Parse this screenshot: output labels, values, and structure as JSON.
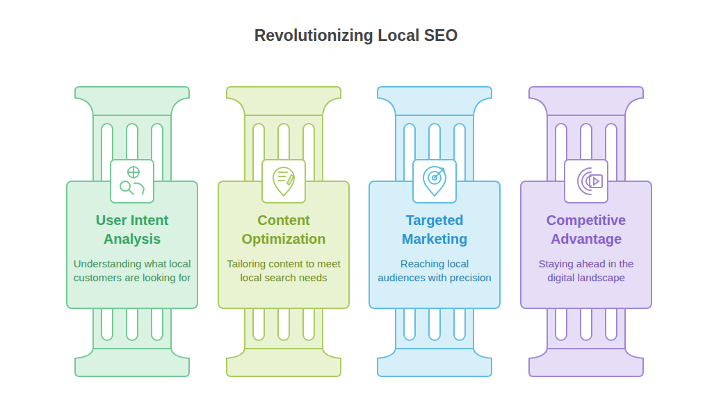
{
  "diagram": {
    "title": "Revolutionizing Local SEO",
    "nodes": [
      {
        "text": [
          "User Intent Analysis",
          "Understanding what local customers are looking for"
        ]
      },
      {
        "text": [
          "Content Optimization",
          "Tailoring content to meet local search needs"
        ]
      },
      {
        "text": [
          "Targeted Marketing",
          "Reaching local audiences with precision"
        ]
      },
      {
        "text": [
          "Competitive Advantage",
          "Staying ahead in the digital landscape"
        ]
      }
    ]
  }
}
